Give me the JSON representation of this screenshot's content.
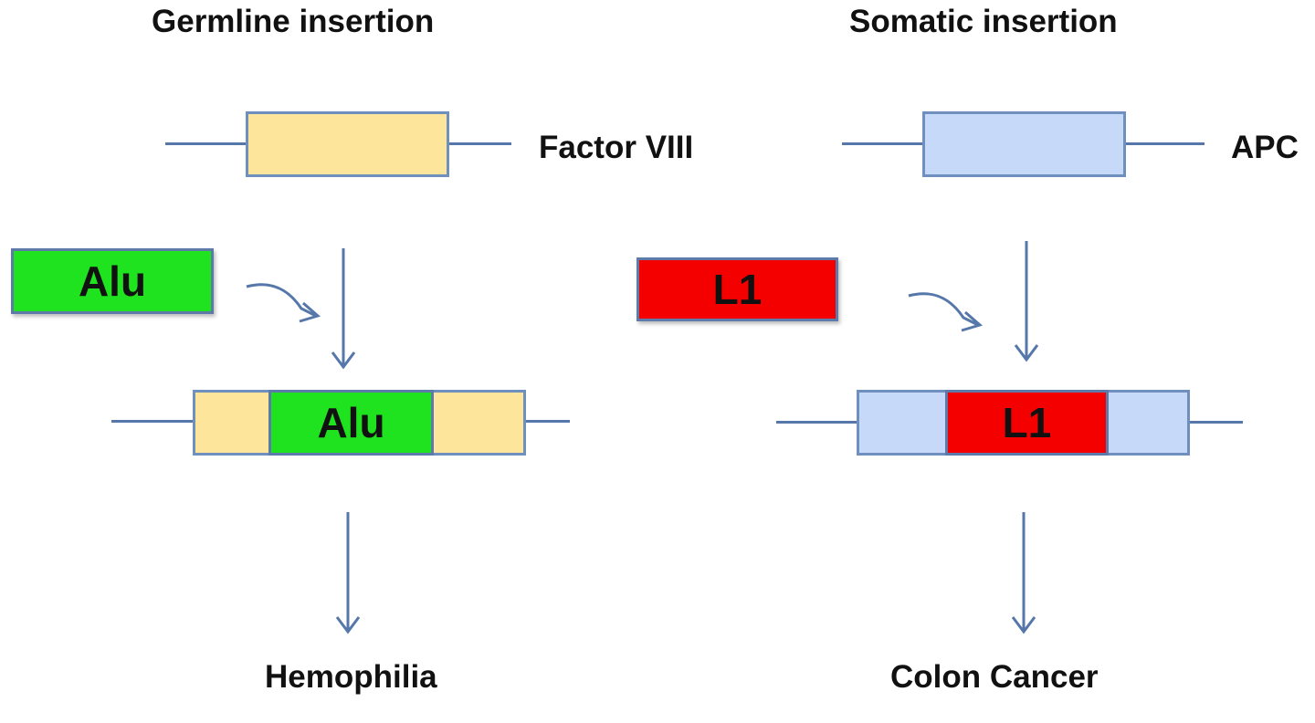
{
  "germline": {
    "title": "Germline insertion",
    "gene_label": "Factor VIII",
    "element_label": "Alu",
    "inserted_label": "Alu",
    "outcome": "Hemophilia",
    "colors": {
      "gene": "#fde69b",
      "element": "#1ee31e",
      "line": "#5577aa"
    }
  },
  "somatic": {
    "title": "Somatic insertion",
    "gene_label": "APC",
    "element_label": "L1",
    "inserted_label": "L1",
    "outcome": "Colon Cancer",
    "colors": {
      "gene": "#c6d9f8",
      "element": "#f40000",
      "line": "#5577aa"
    }
  }
}
